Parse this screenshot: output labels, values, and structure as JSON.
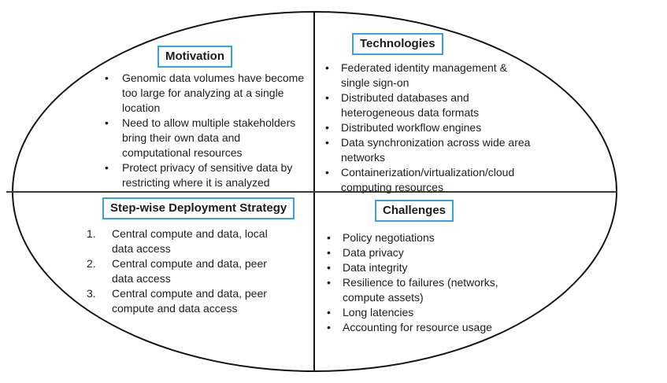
{
  "diagram": {
    "type": "quadrant-ellipse",
    "bullet_char": "•",
    "accent_color": "#36a3dd",
    "outline_color": "#141414",
    "quadrants": [
      {
        "position": "top-left",
        "title": "Motivation",
        "list_style": "bullet",
        "items": [
          "Genomic data volumes have become too large for analyzing at a single location",
          "Need to allow multiple stakeholders bring their own data and computational resources",
          "Protect privacy of sensitive data by restricting where it is analyzed"
        ]
      },
      {
        "position": "top-right",
        "title": "Technologies",
        "list_style": "bullet",
        "items": [
          "Federated identity management & single sign-on",
          "Distributed databases and heterogeneous data formats",
          "Distributed workflow engines",
          "Data synchronization across wide area networks",
          "Containerization/virtualization/cloud computing resources"
        ]
      },
      {
        "position": "bottom-left",
        "title": "Step-wise Deployment Strategy",
        "list_style": "number",
        "items": [
          "Central compute and data, local data access",
          "Central compute and data, peer data access",
          "Central compute and data, peer compute and data access"
        ]
      },
      {
        "position": "bottom-right",
        "title": "Challenges",
        "list_style": "bullet",
        "items": [
          "Policy negotiations",
          "Data privacy",
          "Data integrity",
          "Resilience to failures (networks, compute assets)",
          "Long latencies",
          "Accounting for resource usage"
        ]
      }
    ]
  }
}
